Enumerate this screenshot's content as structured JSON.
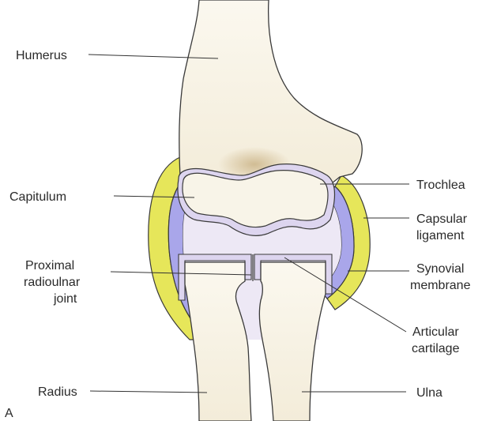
{
  "figure_letter": "A",
  "labels": {
    "humerus": "Humerus",
    "capitulum": "Capitulum",
    "trochlea": "Trochlea",
    "capsular_ligament_1": "Capsular",
    "capsular_ligament_2": "ligament",
    "proximal_radioulnar_1": "Proximal",
    "proximal_radioulnar_2": "radioulnar",
    "proximal_radioulnar_3": "joint",
    "synovial_membrane_1": "Synovial",
    "synovial_membrane_2": "membrane",
    "articular_cartilage_1": "Articular",
    "articular_cartilage_2": "cartilage",
    "radius": "Radius",
    "ulna": "Ulna"
  },
  "colors": {
    "bone": "#f6f1e3",
    "bone_shadow": "#e2d3b2",
    "capsule": "#e6e65a",
    "synovial": "#a9a6ea",
    "cartilage": "#ddd5ef",
    "outline": "#3a3a3a"
  }
}
